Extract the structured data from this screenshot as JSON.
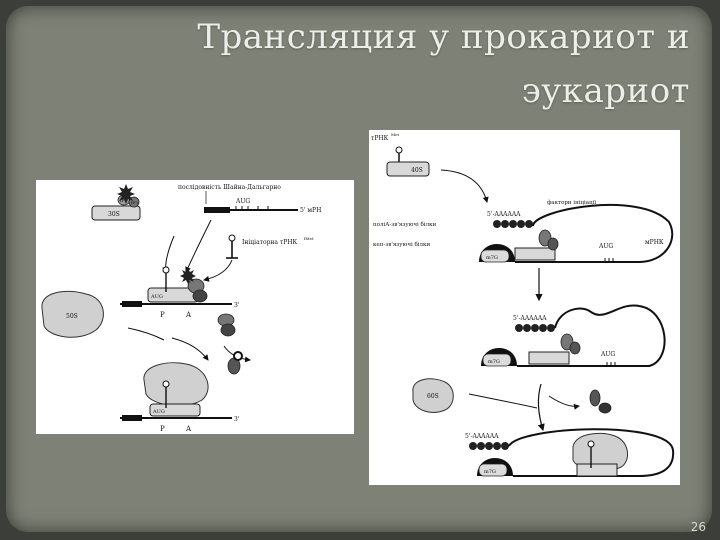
{
  "slide": {
    "title_line1": "Трансляция у прокариот и",
    "title_line2": "эукариот",
    "page_number": "26"
  },
  "left_diagram": {
    "label_shine_dalgarno": "послідовність Шайна-Дальгарно",
    "label_aug": "AUG",
    "label_mrna": "5' мРН",
    "label_30s": "30S",
    "label_if1": "IF1",
    "label_if3": "IF3",
    "label_init_trna": "Ініціаторна тРНК",
    "label_init_trna_sup": "fMet",
    "label_50s": "50S",
    "label_p": "P",
    "label_a": "A",
    "label_aug_small": "AUG",
    "label_3prime": "3'",
    "label_3prime_bottom": "3'"
  },
  "right_diagram": {
    "label_trna_met": "тРНК",
    "label_trna_sup": "Met",
    "label_40s": "40S",
    "label_init_factors": "фактори ініціації",
    "label_polya": "5'-AAAAAA",
    "label_polya_binding": "поліА-зв'язуючі білки",
    "label_cap_binding": "кеп-зв'язуючі білки",
    "label_cap": "m7G",
    "label_aug": "AUG",
    "label_mrna": "мРНК",
    "label_polya_2": "5'-AAAAAA",
    "label_aug_2": "AUG",
    "label_60s": "60S",
    "label_polya_3": "5'-AAAAAA"
  }
}
